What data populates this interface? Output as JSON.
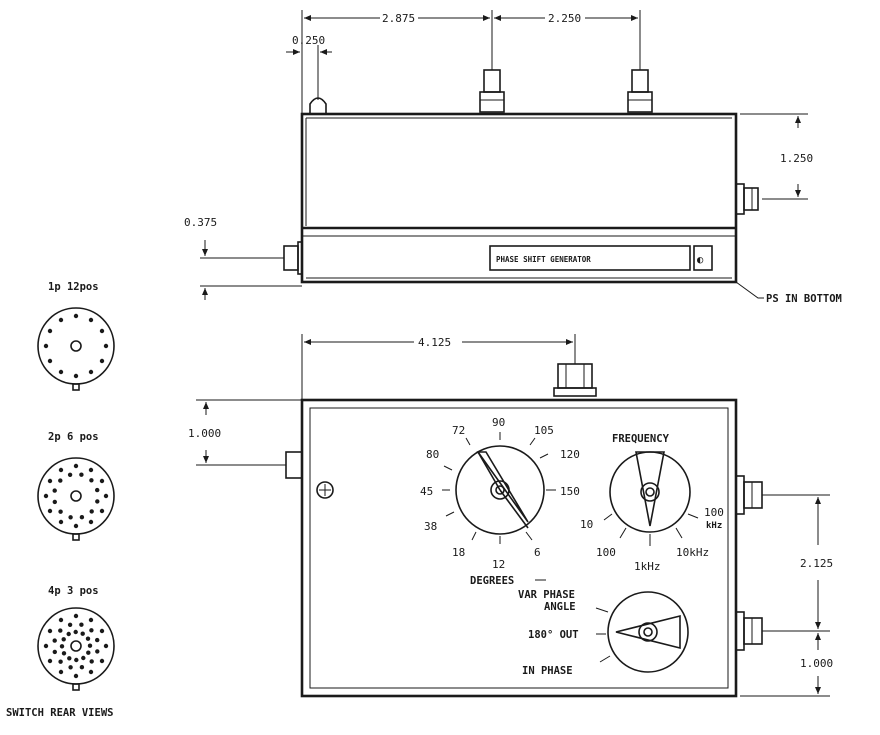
{
  "dimensions": {
    "d_2875": "2.875",
    "d_2250": "2.250",
    "d_0250": "0.250",
    "d_1250": "1.250",
    "d_0375": "0.375",
    "d_4125": "4.125",
    "d_1000_left": "1.000",
    "d_2125": "2.125",
    "d_1000_right": "1.000"
  },
  "side_view": {
    "nameplate": "PHASE SHIFT GENERATOR",
    "ps_callout": "PS IN BOTTOM"
  },
  "phase_dial": {
    "ticks": [
      "72",
      "90",
      "105",
      "120",
      "80",
      "150",
      "45",
      "38",
      "18",
      "12",
      "6"
    ],
    "caption": "DEGREES"
  },
  "frequency_dial": {
    "title": "FREQUENCY",
    "ticks": [
      "10",
      "100",
      "1kHz",
      "10kHz",
      "100",
      "kHz"
    ]
  },
  "mode_switch": {
    "var_phase": "VAR PHASE",
    "angle": "ANGLE",
    "out180": "180° OUT",
    "in_phase": "IN PHASE"
  },
  "switch_views": {
    "sw1": "1p 12pos",
    "sw2": "2p 6 pos",
    "sw3": "4p 3 pos",
    "caption": "SWITCH REAR VIEWS"
  }
}
